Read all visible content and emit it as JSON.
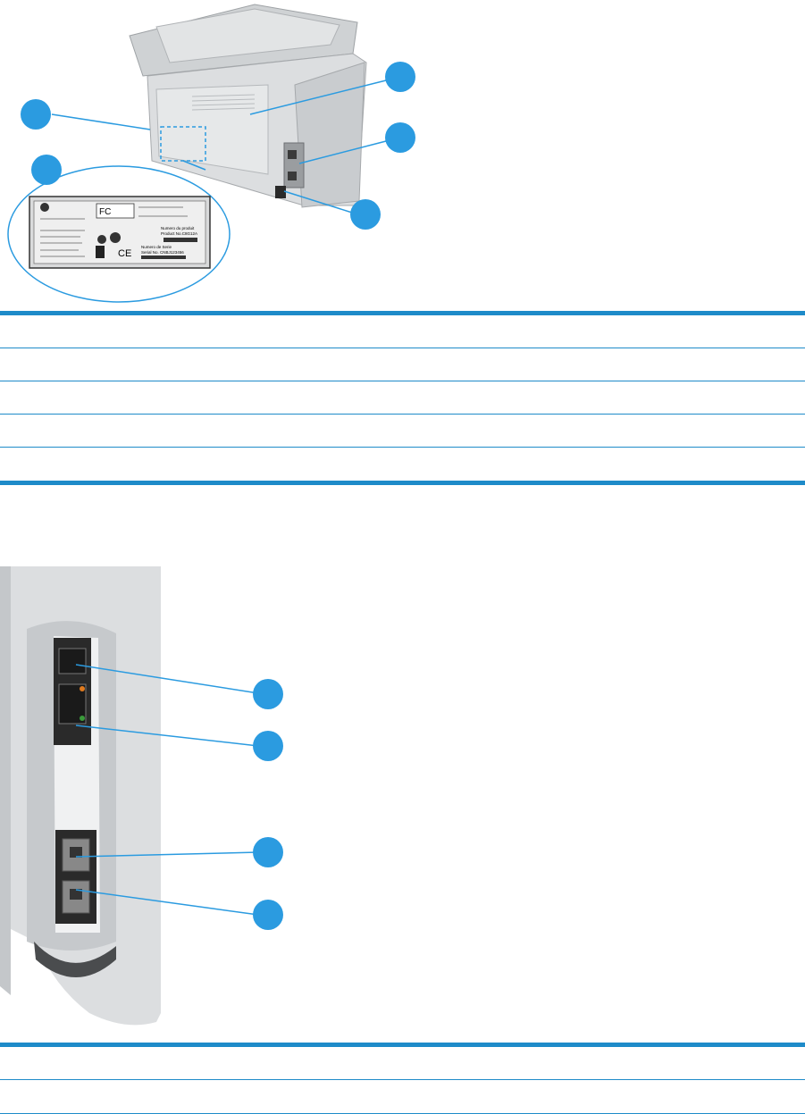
{
  "figure_rear": {
    "callouts": [
      "",
      "",
      "",
      "",
      "",
      ""
    ],
    "label": {
      "fcc_logo": "FC",
      "product_number_label": "Numero du produit",
      "product_number_value": "Product No.C8G12A",
      "serial_label": "Numero de Serie",
      "serial_value": "Serial No. CNBJ123456",
      "ce_mark": "CE"
    }
  },
  "table_rear": {
    "rows": [
      {
        "number": "",
        "description": ""
      },
      {
        "number": "",
        "description": ""
      },
      {
        "number": "",
        "description": ""
      },
      {
        "number": "",
        "description": ""
      },
      {
        "number": "",
        "description": ""
      }
    ]
  },
  "figure_ports": {
    "callouts": [
      "",
      "",
      "",
      ""
    ]
  },
  "table_ports": {
    "rows": [
      {
        "number": "",
        "description": ""
      },
      {
        "number": "",
        "description": ""
      }
    ]
  },
  "colors": {
    "accent": "#1e8bc9",
    "callout": "#2b9be0",
    "printer_body": "#d6d8da",
    "port_panel": "#2a2a2a"
  }
}
